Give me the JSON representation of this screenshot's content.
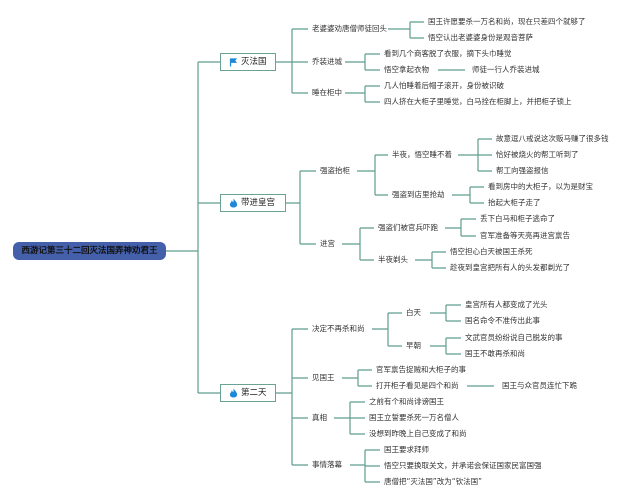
{
  "root": "西游记第三十二回灭法国弄神劝君王",
  "colors": {
    "line": "#5f9d8d",
    "root": "#4560ab",
    "icon": "#1e88d8"
  },
  "b1": {
    "label": "灭法国",
    "icon": "flag-icon",
    "c": [
      {
        "label": "老婆婆劝唐僧师徒回头",
        "c": [
          "国王许愿要杀一万名和尚，现在只差四个就够了",
          "悟空认出老婆婆身份是观音菩萨"
        ]
      },
      {
        "label": "乔装进城",
        "c": [
          "看到几个商客脱了衣服，摘下头巾睡觉",
          {
            "label": "悟空拿起衣物",
            "c": [
              "师徒一行人乔装进城"
            ]
          }
        ]
      },
      {
        "label": "睡在柜中",
        "c": [
          "几人怕睡着后帽子滚开，身份被识破",
          "四人挤在大柜子里睡觉，白马拴在柜脚上，并把柜子锁上"
        ]
      }
    ]
  },
  "b2": {
    "label": "带进皇宫",
    "icon": "fire-icon",
    "c": [
      {
        "label": "强盗抬柜",
        "c": [
          {
            "label": "半夜，悟空睡不着",
            "c": [
              "故意逗八戒说这次贩马赚了很多钱",
              "恰好被烧火的帮工听到了",
              "帮工向强盗报信"
            ]
          },
          {
            "label": "强盗到店里抢劫",
            "c": [
              "看到房中的大柜子，以为是财宝",
              "抬起大柜子走了"
            ]
          }
        ]
      },
      {
        "label": "进宫",
        "c": [
          {
            "label": "强盗们被官兵吓跑",
            "c": [
              "丢下白马和柜子逃命了",
              "官军准备等天亮再进宫禀告"
            ]
          },
          {
            "label": "半夜剃头",
            "c": [
              "悟空担心白天被国王杀死",
              "趁夜到皇宫把所有人的头发都剃光了"
            ]
          }
        ]
      }
    ]
  },
  "b3": {
    "label": "第二天",
    "icon": "fire-icon",
    "c": [
      {
        "label": "决定不再杀和尚",
        "c": [
          {
            "label": "白天",
            "c": [
              "皇宫所有人都变成了光头",
              "国名命令不准传出此事"
            ]
          },
          {
            "label": "早朝",
            "c": [
              "文武官员纷纷说自己脱发的事",
              "国王不敢再杀和尚"
            ]
          }
        ]
      },
      {
        "label": "见国王",
        "c": [
          "官军禀告捉贼和大柜子的事",
          {
            "label": "打开柜子看见是四个和尚",
            "c": [
              "国王与众官员连忙下跪"
            ]
          }
        ]
      },
      {
        "label": "真相",
        "c": [
          "之前有个和尚诽谤国王",
          "国王立誓要杀死一万名僧人",
          "没想到昨晚上自己变成了和尚"
        ]
      },
      {
        "label": "事情落幕",
        "c": [
          "国王要求拜师",
          "悟空只要换取关文，并承诺会保证国家民富国强",
          "唐僧把“灭法国”改为“钦法国”"
        ]
      }
    ]
  }
}
